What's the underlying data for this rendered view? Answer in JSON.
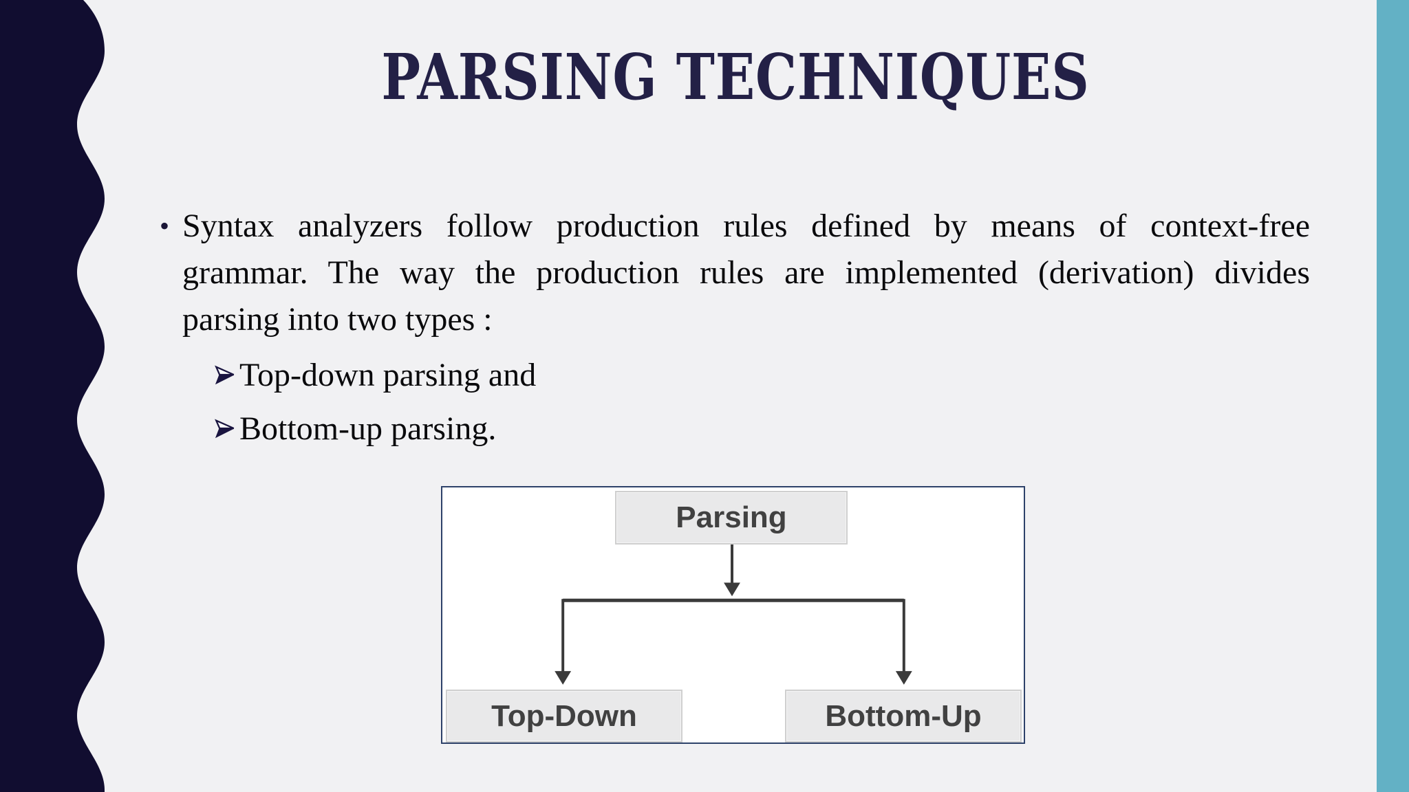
{
  "slide": {
    "title": "PARSING TECHNIQUES",
    "bullet": {
      "marker": "•",
      "lines": [
        "Syntax analyzers follow production rules defined by means of context-free",
        "grammar. The way the production rules are implemented (derivation) divides",
        "parsing into two types :"
      ]
    },
    "sub_bullets": [
      {
        "label": "Top-down parsing and"
      },
      {
        "label": "Bottom-up parsing."
      }
    ],
    "diagram": {
      "root": "Parsing",
      "children": [
        {
          "label": "Top-Down"
        },
        {
          "label": "Bottom-Up"
        }
      ]
    },
    "colors": {
      "background": "#f1f1f3",
      "wave_navy": "#110d30",
      "stripe_teal": "#63b1c5",
      "title_navy": "#232046",
      "body_text": "#0a0a0c",
      "diagram_border": "#2d4169",
      "node_background": "#e9e9ea",
      "node_border": "#cfcfcf",
      "node_text": "#414141",
      "arrow": "#3a3a3a"
    }
  }
}
